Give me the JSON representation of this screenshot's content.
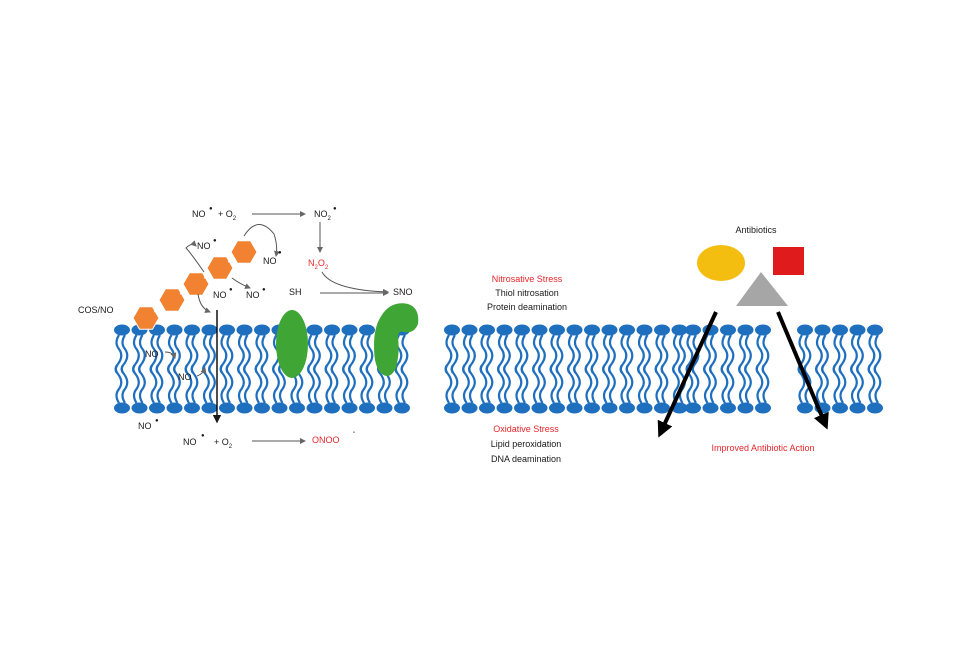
{
  "colors": {
    "lipid": "#1f6fbf",
    "hexagon": "#f08232",
    "protein": "#3fa535",
    "circle": "#f3be10",
    "square": "#e01b1b",
    "triangle": "#a6a6a6",
    "red_text": "#e8262b"
  },
  "labels": {
    "no": "NO",
    "plus_o2": "+ O",
    "o2_sub": "2",
    "no2": "NO",
    "no2_sub": "2",
    "n2o2_n": "N",
    "n2o2_2a": "2",
    "n2o2_o": "O",
    "n2o2_2b": "2",
    "sh": "SH",
    "sno": "SNO",
    "cos_no": "COS/NO",
    "onoo": "ONOO",
    "onoo_sup": "-",
    "antibiotics": "Antibiotics",
    "improved": "Improved Antibiotic Action"
  },
  "nitrosative": {
    "title": "Nitrosative Stress",
    "line1": "Thiol nitrosation",
    "line2": "Protein deamination"
  },
  "oxidative": {
    "title": "Oxidative Stress",
    "line1": "Lipid peroxidation",
    "line2": "DNA deamination"
  }
}
